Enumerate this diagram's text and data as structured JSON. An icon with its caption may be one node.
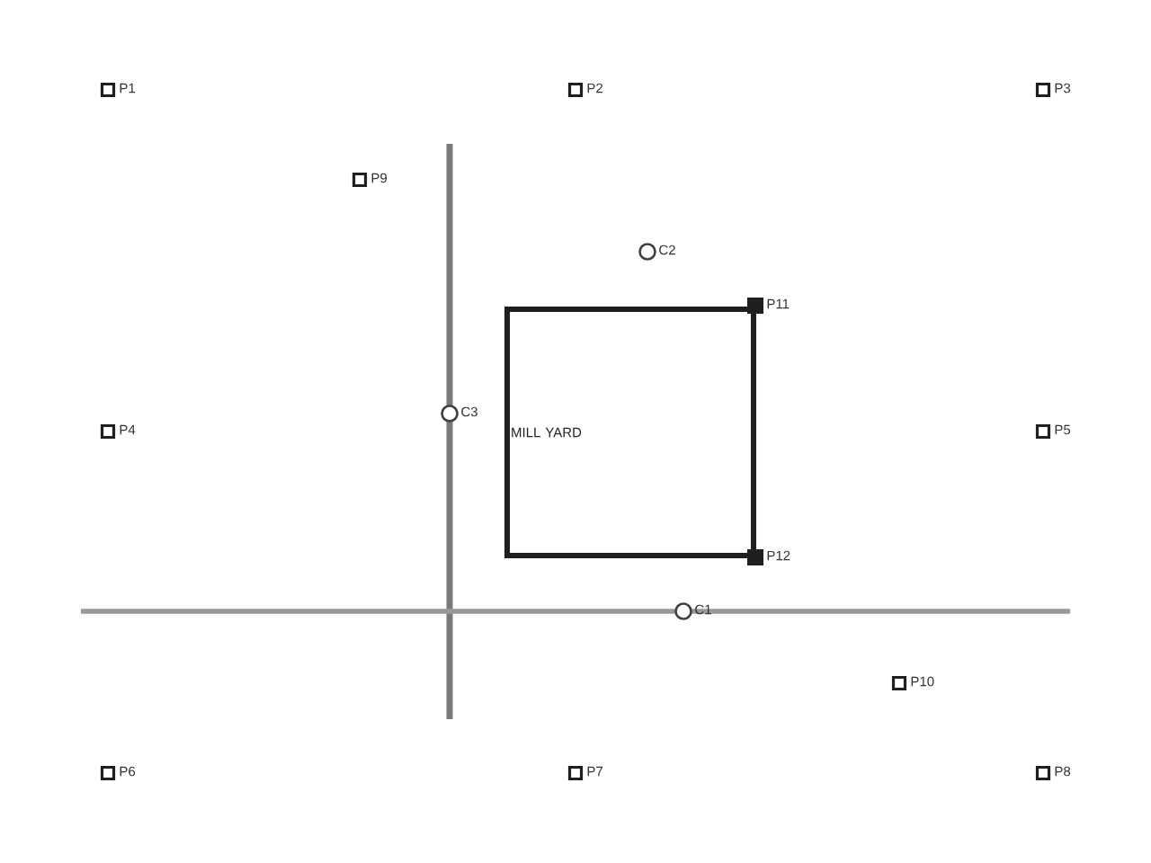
{
  "diagram": {
    "nodes": [
      {
        "text": [],
        "shape": "box",
        "beside": [
          "P1"
        ]
      },
      {
        "text": [],
        "shape": "box",
        "beside": [
          "P2"
        ]
      },
      {
        "text": [],
        "shape": "box",
        "beside": [
          "P3"
        ]
      },
      {
        "text": [],
        "shape": "box",
        "beside": [
          "P9"
        ]
      },
      {
        "text": [],
        "shape": "circle",
        "beside": [
          "C2"
        ]
      },
      {
        "text": [],
        "shape": "square",
        "beside": [
          "P11"
        ]
      },
      {
        "text": [
          "MILL YARD"
        ]
      },
      {
        "text": [],
        "shape": "circle",
        "beside": [
          "C3"
        ]
      },
      {
        "text": [],
        "shape": "box",
        "beside": [
          "P4"
        ]
      },
      {
        "text": [],
        "shape": "box",
        "beside": [
          "P5"
        ]
      },
      {
        "text": [],
        "shape": "square",
        "beside": [
          "P12"
        ]
      },
      {
        "text": [],
        "shape": "circle",
        "beside": [
          "C1"
        ]
      },
      {
        "text": [],
        "shape": "box",
        "beside": [
          "P10"
        ]
      },
      {
        "text": [],
        "shape": "box",
        "beside": [
          "P6"
        ]
      },
      {
        "text": [],
        "shape": "box",
        "beside": [
          "P7"
        ]
      },
      {
        "text": [],
        "shape": "box",
        "beside": [
          "P8"
        ]
      }
    ]
  }
}
